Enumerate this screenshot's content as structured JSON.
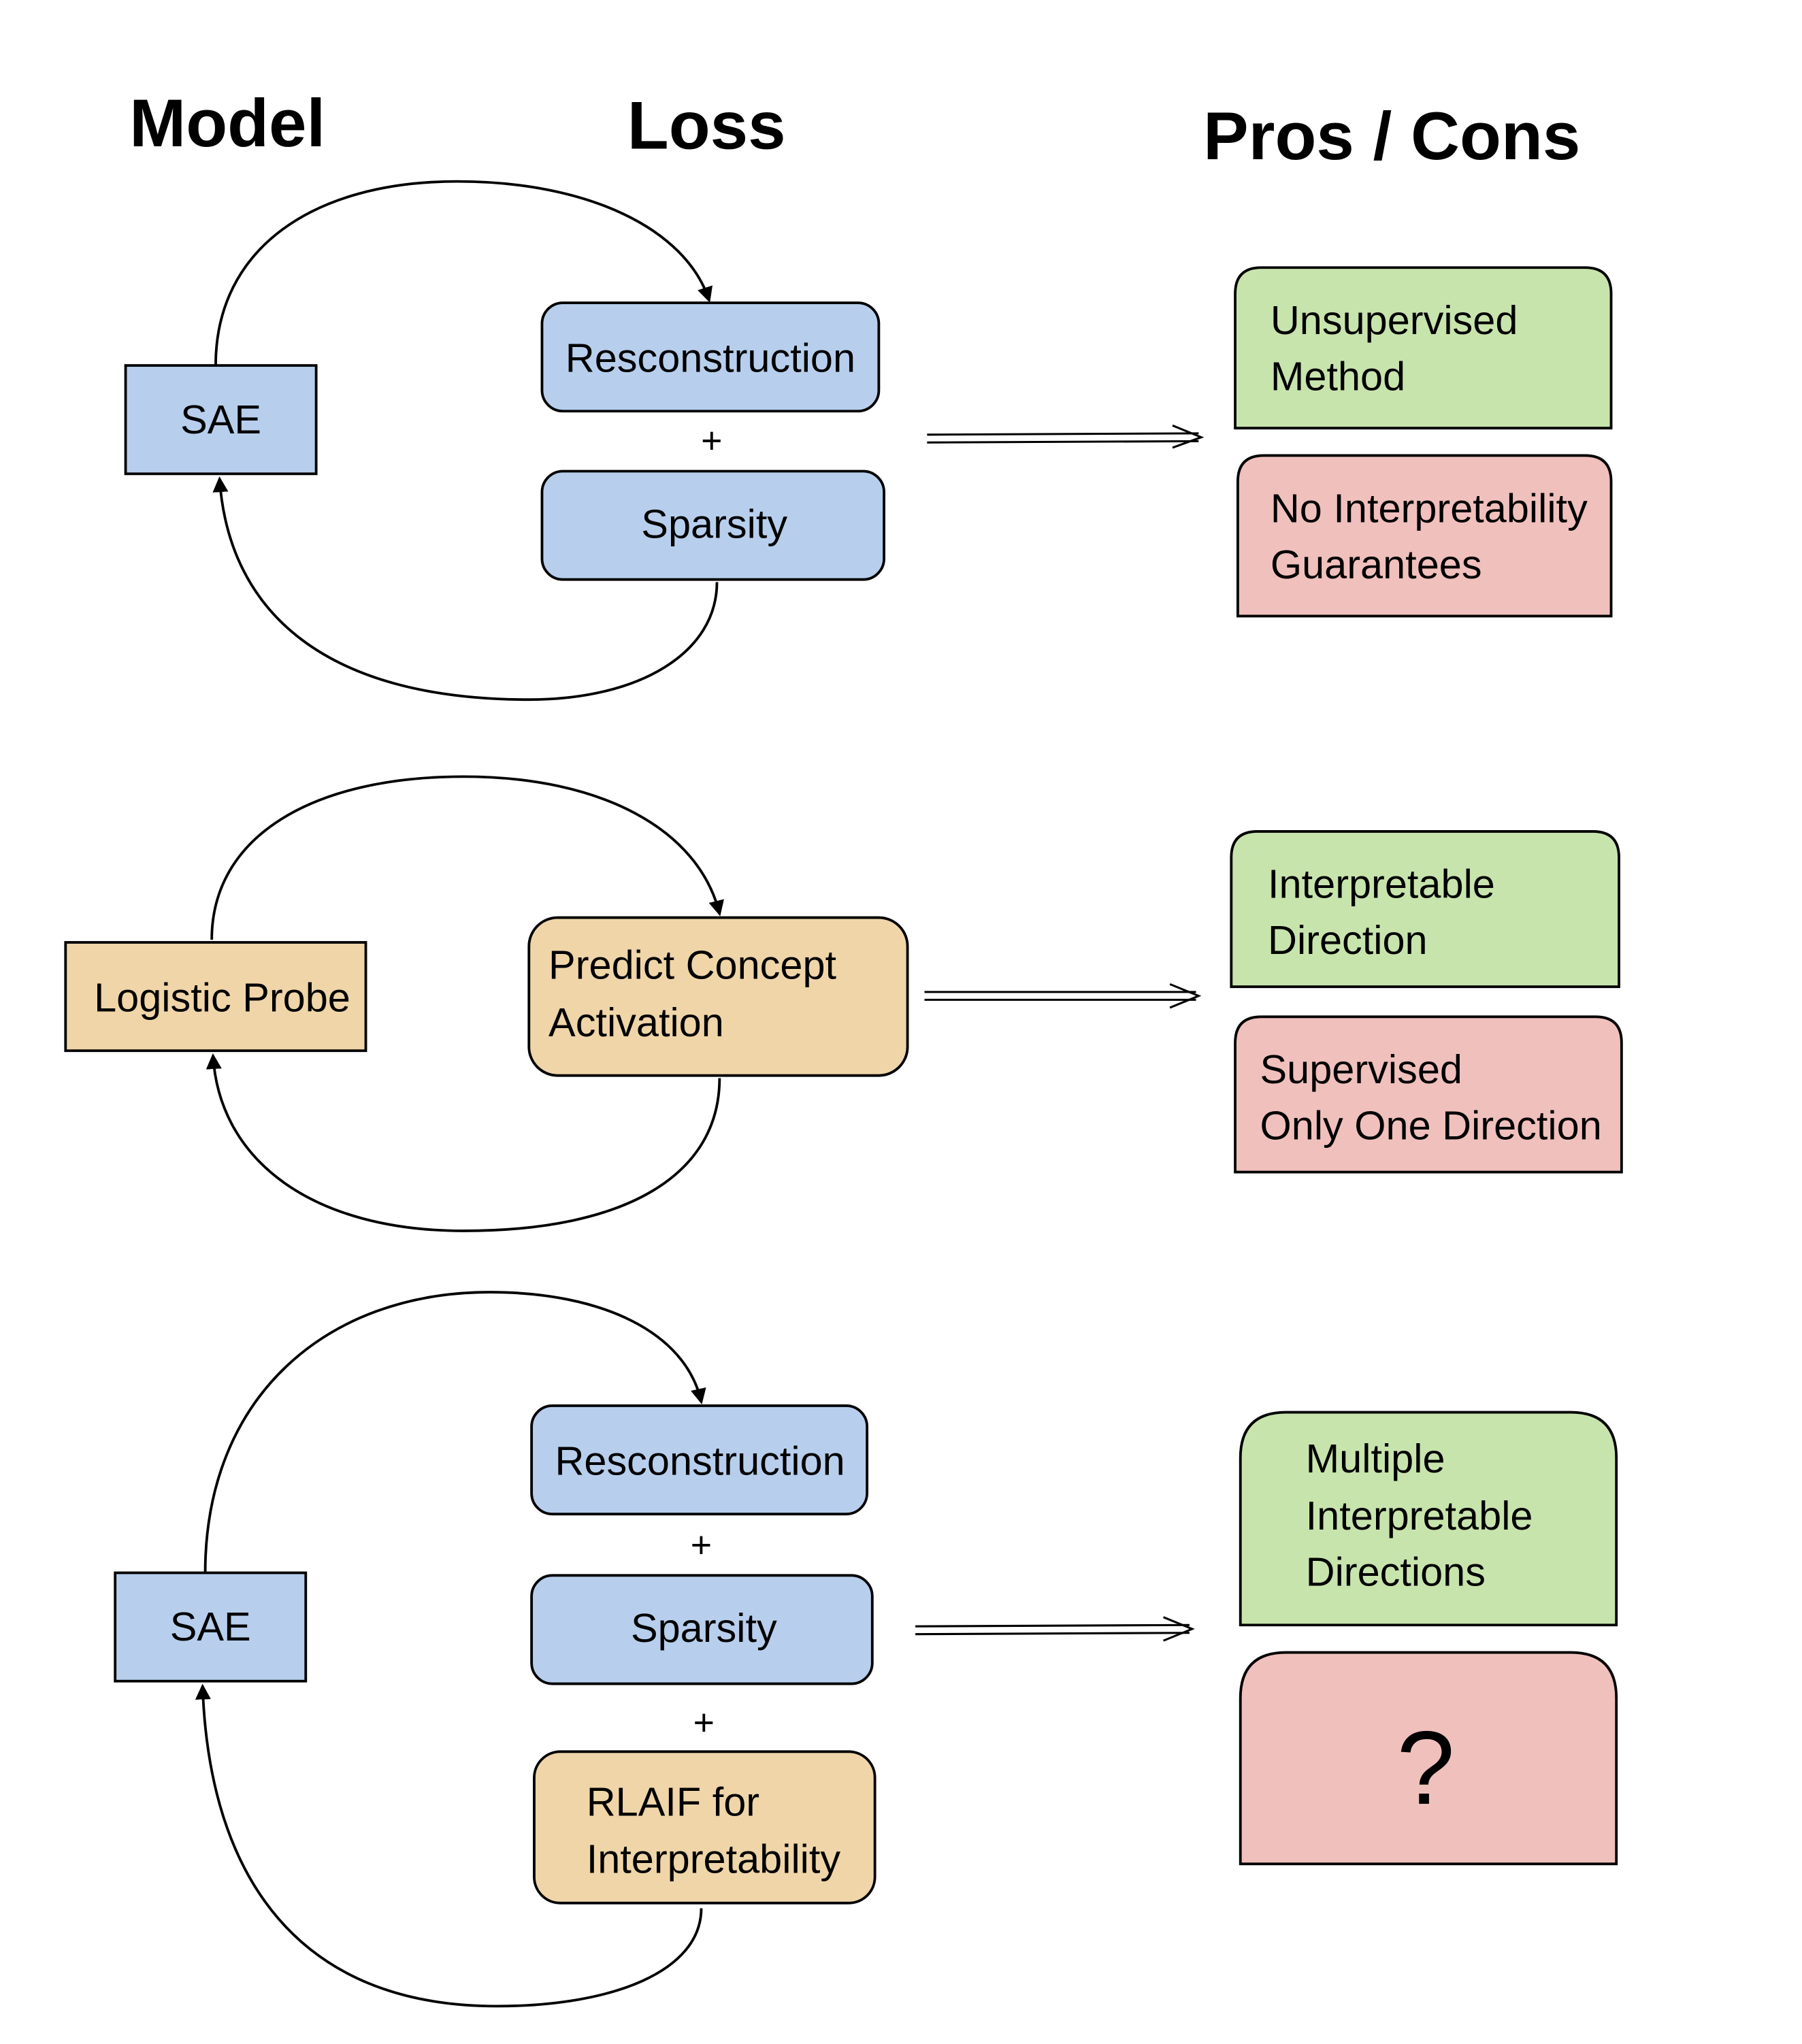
{
  "headers": {
    "model": "Model",
    "loss": "Loss",
    "pros_cons": "Pros / Cons"
  },
  "colors": {
    "sae_blue": "#b7cfed",
    "probe_tan": "#efd5a8",
    "pro_green": "#c8e4ad",
    "con_pink": "#f0c0bd"
  },
  "rows": [
    {
      "model": "SAE",
      "losses": [
        "Resconstruction",
        "Sparsity"
      ],
      "operator": "+",
      "pro": [
        "Unsupervised",
        "Method"
      ],
      "con": [
        "No Interpretability",
        "Guarantees"
      ]
    },
    {
      "model": "Logistic Probe",
      "losses": [
        [
          "Predict Concept",
          "Activation"
        ]
      ],
      "pro": [
        "Interpretable",
        "Direction"
      ],
      "con": [
        "Supervised",
        "Only One Direction"
      ]
    },
    {
      "model": "SAE",
      "losses": [
        "Resconstruction",
        "Sparsity",
        [
          "RLAIF for",
          "Interpretability"
        ]
      ],
      "operator": "+",
      "pro": [
        "Multiple",
        "Interpretable",
        "Directions"
      ],
      "con": [
        "?"
      ]
    }
  ]
}
